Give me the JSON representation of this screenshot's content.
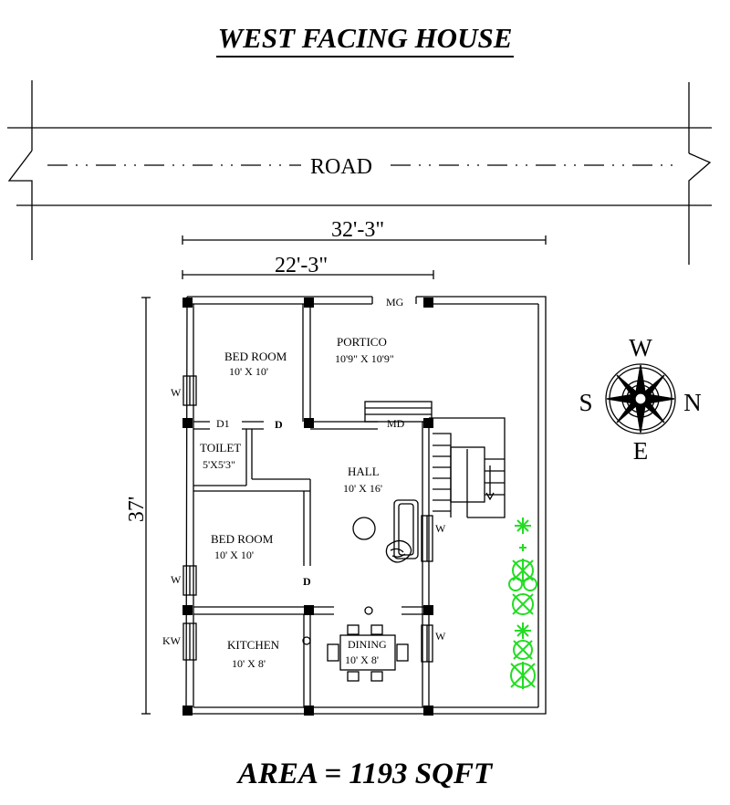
{
  "title": "WEST FACING HOUSE",
  "area": "AREA = 1193  SQFT",
  "road": "ROAD",
  "dimensions": {
    "width_total": "32'-3\"",
    "width_partial": "22'-3\"",
    "depth": "37'"
  },
  "rooms": {
    "bedroom_top": {
      "name": "BED ROOM",
      "size": "10' X 10'"
    },
    "portico": {
      "name": "PORTICO",
      "size": "10'9\" X 10'9\""
    },
    "toilet": {
      "name": "TOILET",
      "size": "5'X5'3\""
    },
    "hall": {
      "name": "HALL",
      "size": "10' X 16'"
    },
    "bedroom_bottom": {
      "name": "BED ROOM",
      "size": "10' X 10'"
    },
    "kitchen": {
      "name": "KITCHEN",
      "size": "10' X 8'"
    },
    "dining": {
      "name": "DINING",
      "size": "10' X 8'"
    }
  },
  "labels": {
    "mg": "MG",
    "md": "MD",
    "d1": "D1",
    "d": "D",
    "w": "W",
    "kw": "KW"
  },
  "compass": {
    "north": "N",
    "south": "S",
    "east": "E",
    "west": "W"
  },
  "colors": {
    "line": "#000000",
    "plants": "#22dd22",
    "background": "#ffffff"
  }
}
